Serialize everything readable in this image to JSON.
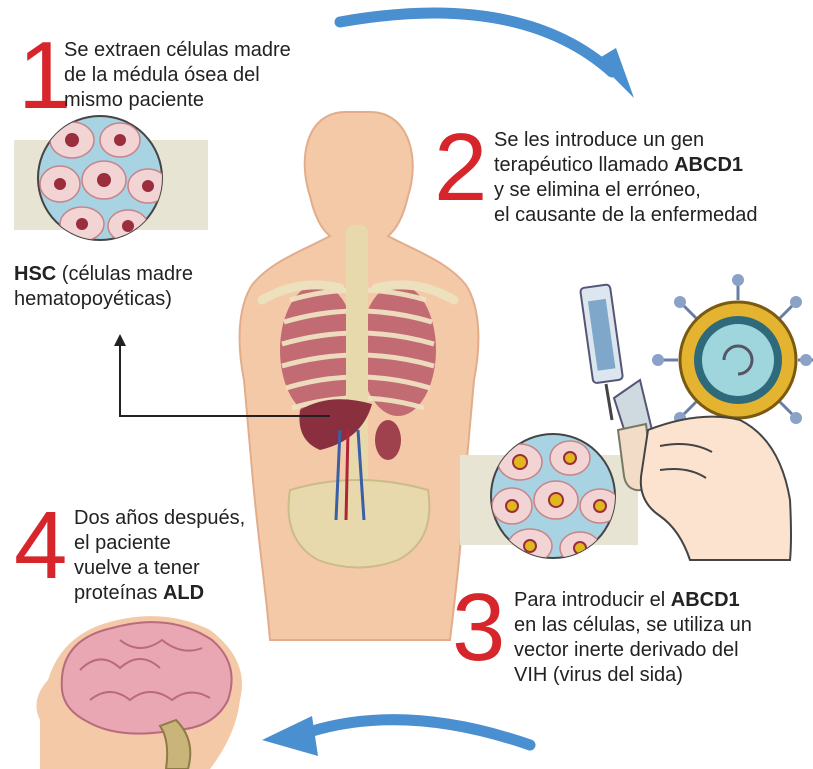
{
  "steps": [
    {
      "number": "1",
      "text": "Se extraen células madre de la médula ósea del mismo paciente",
      "lines": [
        "Se extraen células madre",
        "de la médula ósea del",
        "mismo paciente"
      ]
    },
    {
      "number": "2",
      "lines": [
        "Se les introduce un gen",
        "terapéutico llamado ",
        "ABCD1",
        "y se elimina el erróneo,",
        "el causante de la enfermedad"
      ]
    },
    {
      "number": "3",
      "lines": [
        "Para introducir el ",
        "ABCD1",
        "en las células, se utiliza un",
        "vector inerte derivado del",
        "VIH (virus del sida)"
      ]
    },
    {
      "number": "4",
      "lines": [
        "Dos años después,",
        "el paciente",
        "vuelve a tener",
        "proteínas ",
        "ALD"
      ]
    }
  ],
  "hsc_label": {
    "bold": "HSC",
    "rest": " (células madre",
    "line2": "hematopoyéticas)"
  },
  "colors": {
    "accent_red": "#d6262b",
    "arrow_blue": "#4a8fd0",
    "panel_beige": "#e7e4d3",
    "cell_bg": "#a8d3e3"
  },
  "icons": [
    "flow-arrow-top",
    "flow-arrow-bottom",
    "human-torso",
    "cell-cluster",
    "syringe",
    "virus",
    "hand",
    "brain"
  ]
}
